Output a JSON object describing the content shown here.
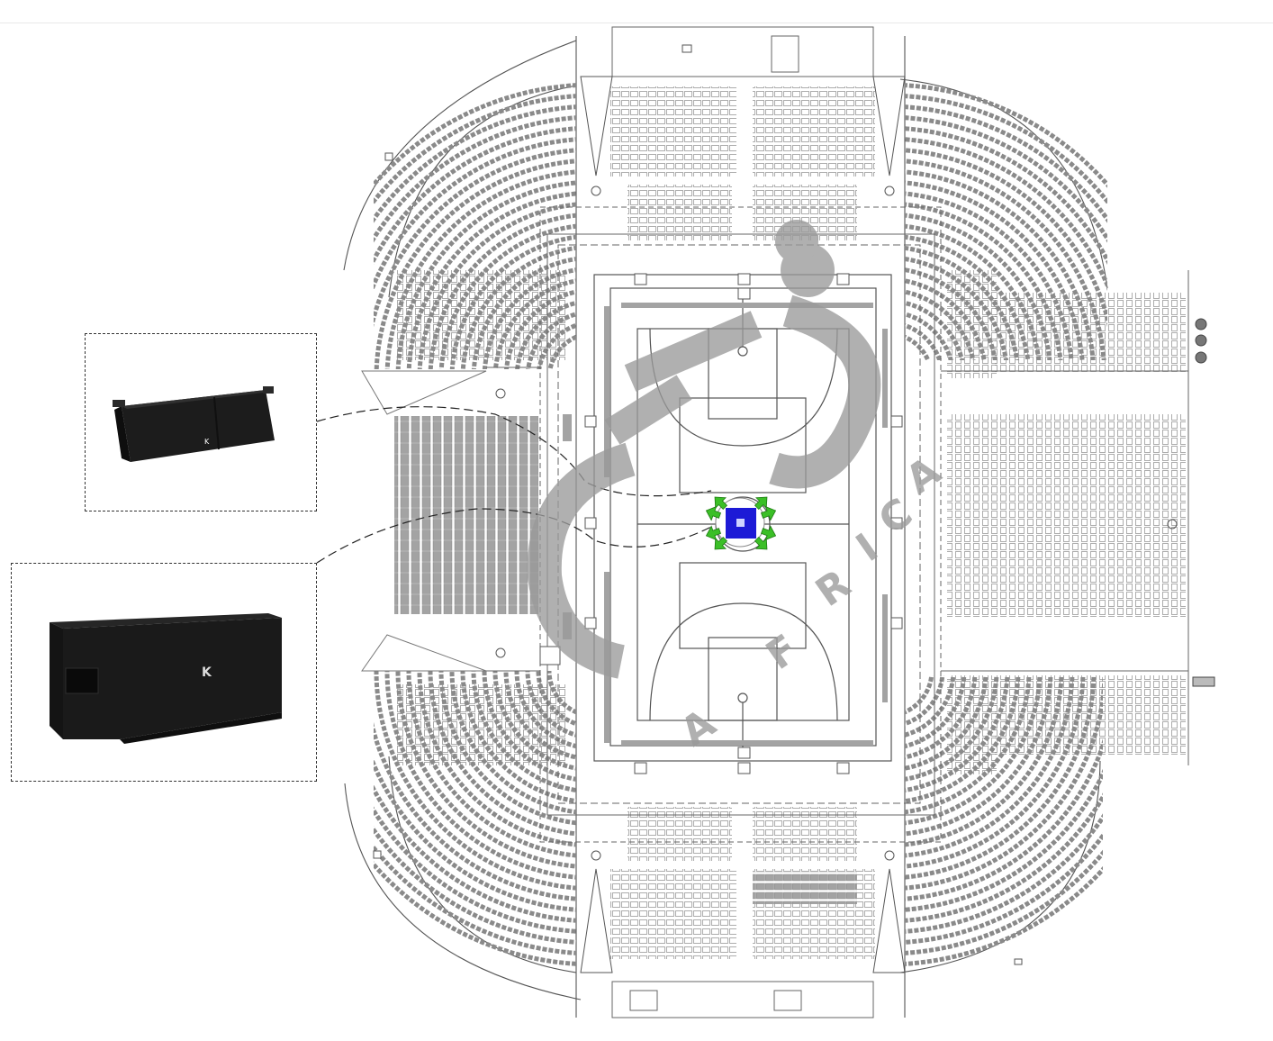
{
  "watermark": {
    "logo_text": "CED",
    "sub_text": "AFRICA",
    "color": "#9a9a9a"
  },
  "speaker_badge_letter": "K",
  "product_callouts": [
    {
      "name": "line-array",
      "icon": "line-array-speaker-icon"
    },
    {
      "name": "subwoofer",
      "icon": "subwoofer-speaker-icon"
    }
  ],
  "hang_point": {
    "color": "#1d1ad6",
    "arrow_color": "#3bbf27",
    "arrow_count": 8
  },
  "colors": {
    "drawing_line": "#555555",
    "seating": "#7a7a7a",
    "seat_fill_dark": "#a3a3a3"
  }
}
